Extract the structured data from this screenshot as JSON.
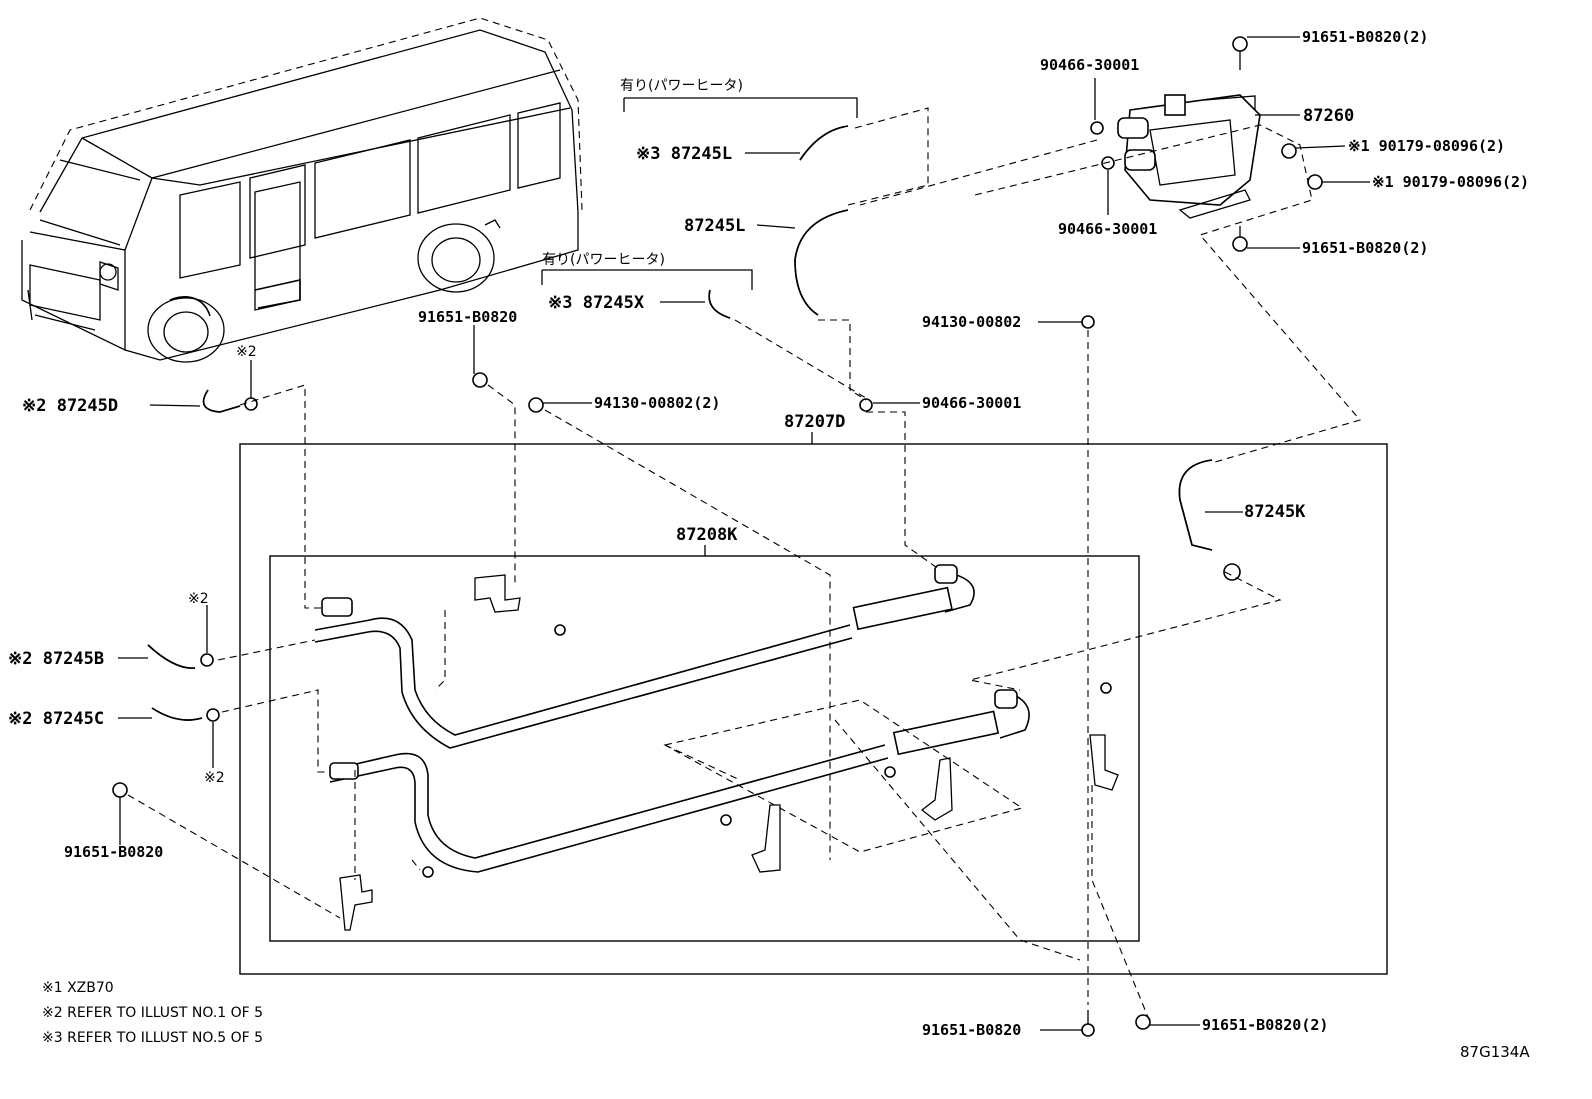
{
  "labels": {
    "p_91651_top": "91651-B0820(2)",
    "p_90466_top": "90466-30001",
    "p_87260": "87260",
    "p_90179_a": "※1 90179-08096(2)",
    "p_90179_b": "※1 90179-08096(2)",
    "p_90466_mid": "90466-30001",
    "p_91651_right": "91651-B0820(2)",
    "p_87245L_top": "※3 87245L",
    "p_87245L": "87245L",
    "option_power_heater_1": "有り(パワーヒータ)",
    "option_power_heater_2": "有り(パワーヒータ)",
    "p_87245X": "※3 87245X",
    "p_94130_right": "94130-00802",
    "p_91651_clip": "91651-B0820",
    "p_94130_mid": "94130-00802(2)",
    "p_90466_low": "90466-30001",
    "p_87207D": "87207D",
    "p_87245D": "※2 87245D",
    "ref2_a": "※2",
    "p_87245K": "87245K",
    "p_87208K": "87208K",
    "ref2_b": "※2",
    "p_87245B": "※2 87245B",
    "p_87245C": "※2 87245C",
    "ref2_c": "※2",
    "p_91651_left": "91651-B0820",
    "p_91651_bottom": "91651-B0820",
    "p_91651_bottom2": "91651-B0820(2)"
  },
  "notes": [
    "※1 XZB70",
    "※2 REFER TO ILLUST NO.1 OF 5",
    "※3 REFER TO ILLUST NO.5 OF 5"
  ],
  "illustration_code": "87G134A"
}
